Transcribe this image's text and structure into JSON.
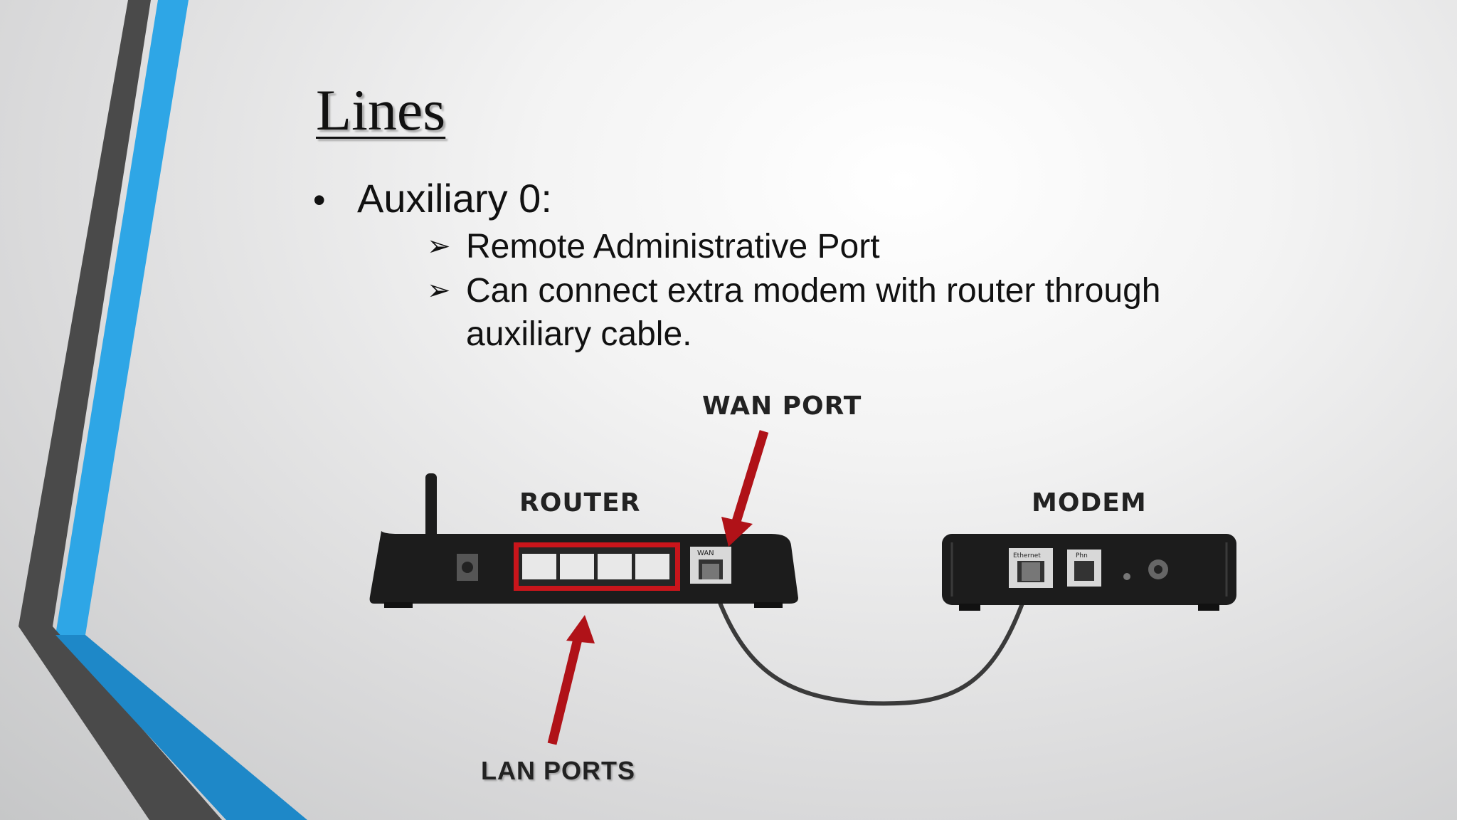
{
  "slide": {
    "title": "Lines",
    "bullet": {
      "text": "Auxiliary 0:"
    },
    "sub_bullets": [
      {
        "text": "Remote Administrative Port"
      },
      {
        "text": "Can connect extra modem with router through auxiliary cable."
      }
    ]
  },
  "diagram": {
    "labels": {
      "wan_port": "WAN PORT",
      "router": "ROUTER",
      "modem": "MODEM",
      "lan_ports": "LAN PORTS"
    },
    "port_labels": {
      "wan": "WAN",
      "ethernet": "Ethernet",
      "phone": "Phn"
    }
  },
  "colors": {
    "accent_blue": "#2ea6e6",
    "accent_dark_blue": "#1e88c8",
    "accent_gray": "#4a4a4a",
    "arrow_red": "#b01218",
    "device_body": "#1c1c1c"
  },
  "icons": {
    "bullet": "•",
    "sub_bullet": "➢"
  }
}
